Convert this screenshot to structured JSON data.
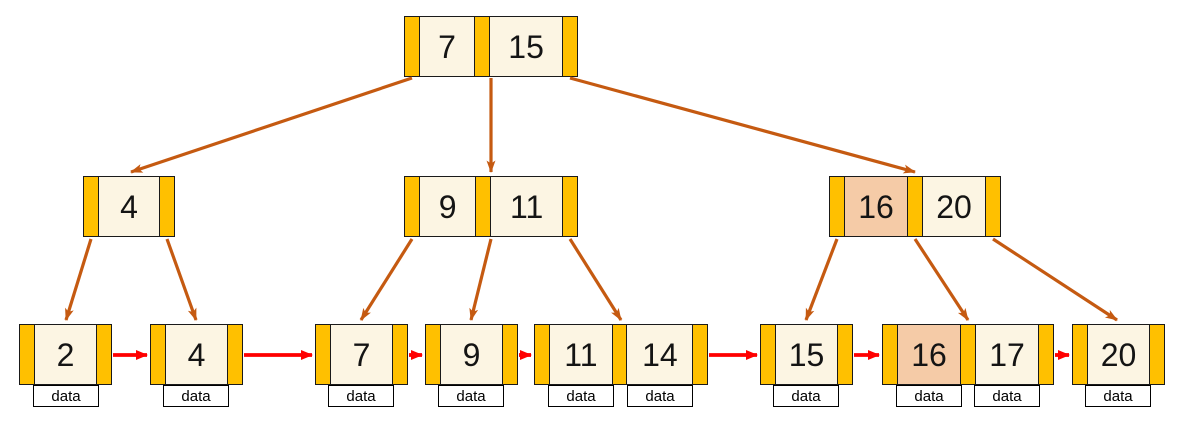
{
  "colors": {
    "pointer_strip": "#FFC000",
    "key_cell_fill": "#FCF5E3",
    "highlight_fill": "#F5CBA7",
    "node_border": "#1a1a1a",
    "tree_arrow": "#C55A11",
    "leaf_link_arrow": "#FF0000"
  },
  "tree": {
    "data_label": "data",
    "root": {
      "keys": [
        "7",
        "15"
      ]
    },
    "internal_nodes": [
      {
        "keys": [
          "4"
        ],
        "highlighted_keys": []
      },
      {
        "keys": [
          "9",
          "11"
        ],
        "highlighted_keys": []
      },
      {
        "keys": [
          "16",
          "20"
        ],
        "highlighted_keys": [
          "16"
        ]
      }
    ],
    "leaf_nodes": [
      {
        "keys": [
          "2"
        ],
        "highlighted_keys": []
      },
      {
        "keys": [
          "4"
        ],
        "highlighted_keys": []
      },
      {
        "keys": [
          "7"
        ],
        "highlighted_keys": []
      },
      {
        "keys": [
          "9"
        ],
        "highlighted_keys": []
      },
      {
        "keys": [
          "11",
          "14"
        ],
        "highlighted_keys": []
      },
      {
        "keys": [
          "15"
        ],
        "highlighted_keys": []
      },
      {
        "keys": [
          "16",
          "17"
        ],
        "highlighted_keys": [
          "16"
        ]
      },
      {
        "keys": [
          "20"
        ],
        "highlighted_keys": []
      }
    ],
    "structure": {
      "root_children": [
        "[4]",
        "[9,11]",
        "[16,20]"
      ],
      "internal_children": {
        "[4]": [
          "[2]",
          "[4]"
        ],
        "[9,11]": [
          "[7]",
          "[9]",
          "[11,14]"
        ],
        "[16,20]": [
          "[15]",
          "[16,17]",
          "[20]"
        ]
      },
      "leaf_chain": [
        "[2]",
        "[4]",
        "[7]",
        "[9]",
        "[11,14]",
        "[15]",
        "[16,17]",
        "[20]"
      ]
    }
  }
}
